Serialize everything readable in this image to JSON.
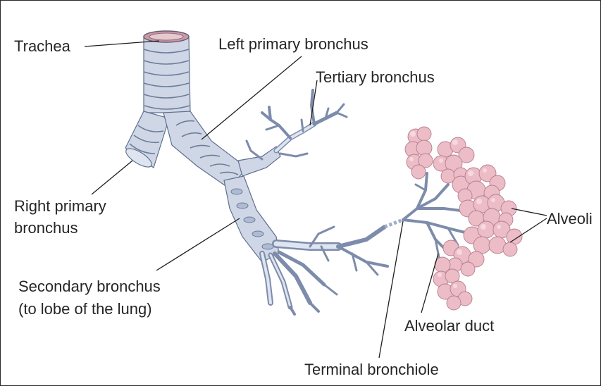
{
  "labels": {
    "trachea": "Trachea",
    "left_primary_bronchus": "Left primary bronchus",
    "tertiary_bronchus": "Tertiary bronchus",
    "right_primary_bronchus_line1": "Right primary",
    "right_primary_bronchus_line2": "bronchus",
    "alveoli": "Alveoli",
    "secondary_bronchus_line1": "Secondary bronchus",
    "secondary_bronchus_line2": "(to lobe of the lung)",
    "alveolar_duct": "Alveolar duct",
    "terminal_bronchiole": "Terminal bronchiole"
  }
}
